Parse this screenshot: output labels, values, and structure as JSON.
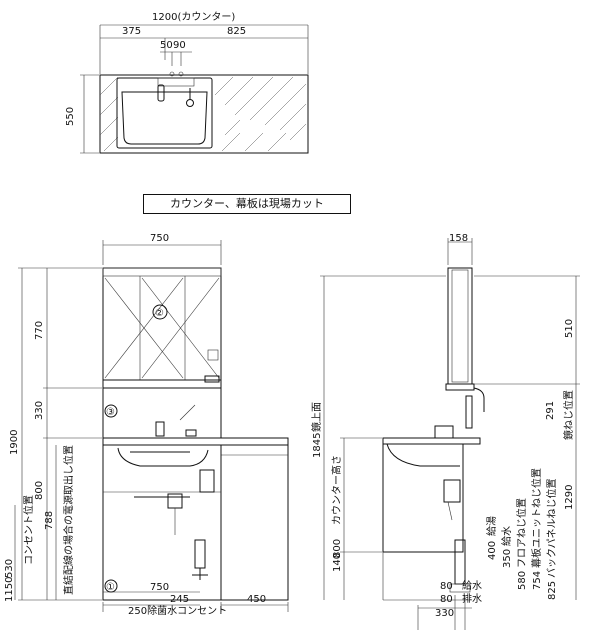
{
  "plan": {
    "counter_width": "1200(カウンター)",
    "left_offset": "375",
    "right_offset": "825",
    "faucet_a": "50",
    "faucet_b": "90",
    "depth": "550"
  },
  "note": "カウンター、幕板は現場カット",
  "front": {
    "top_width": "750",
    "total_height": "1900",
    "mirror_height": "770",
    "mid_height": "330",
    "h_800": "800",
    "h_788": "788",
    "h_530": "530",
    "h_1150": "1150",
    "outlet_label": "コンセント位置",
    "pipe_label": "直結配線の場合の電源取出し位置",
    "bottom_750": "750",
    "bottom_245": "245",
    "bottom_450": "450",
    "bottom_label": "250除菌水コンセント",
    "marker_1": "①",
    "marker_2": "②",
    "marker_3": "③"
  },
  "side": {
    "depth_top": "158",
    "mirror_h": "510",
    "mirror_top": "1845",
    "mirror_top_label": "鏡上面",
    "counter_h": "800",
    "counter_label": "カウンター高さ",
    "h_140": "140",
    "back_panel": "291",
    "floor_unit_h": "1290",
    "mirror_screw": "鏡ねじ位置",
    "h_400": "400",
    "hot": "給湯",
    "h_350": "350",
    "cold": "給水",
    "h_580": "580",
    "floor_screw": "フロアねじ位置",
    "h_754": "754",
    "skirt_screw": "幕板ユニットねじ位置",
    "h_825": "825",
    "back_screw": "バックパネルねじ位置",
    "d_80a": "80",
    "supply": "給水",
    "d_80b": "80",
    "drain": "排水",
    "d_330": "330"
  }
}
